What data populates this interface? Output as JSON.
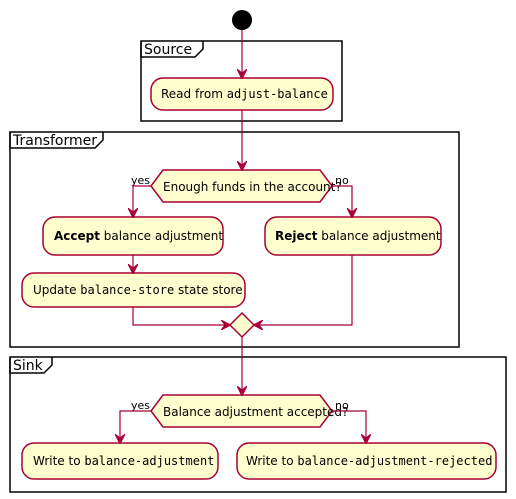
{
  "diagram": {
    "colors": {
      "node_fill": "#FEFECE",
      "node_border": "#A80036",
      "frame_border": "#000000"
    },
    "partitions": {
      "source": {
        "title": "Source"
      },
      "transformer": {
        "title": "Transformer"
      },
      "sink": {
        "title": "Sink"
      }
    },
    "nodes": {
      "read": {
        "prefix": "Read from ",
        "code": "adjust-balance"
      },
      "funds_decision": {
        "label": "Enough funds in the account?",
        "yes": "yes",
        "no": "no"
      },
      "accept": {
        "bold": "Accept",
        "rest": " balance adjustment"
      },
      "reject": {
        "bold": "Reject",
        "rest": " balance adjustment"
      },
      "update": {
        "prefix": "Update ",
        "code": "balance-store",
        "suffix": " state store"
      },
      "accepted_decision": {
        "label": "Balance adjustment accepted?",
        "yes": "yes",
        "no": "no"
      },
      "write_adjustment": {
        "prefix": "Write to ",
        "code": "balance-adjustment"
      },
      "write_rejected": {
        "prefix": "Write to ",
        "code": "balance-adjustment-rejected"
      }
    }
  }
}
